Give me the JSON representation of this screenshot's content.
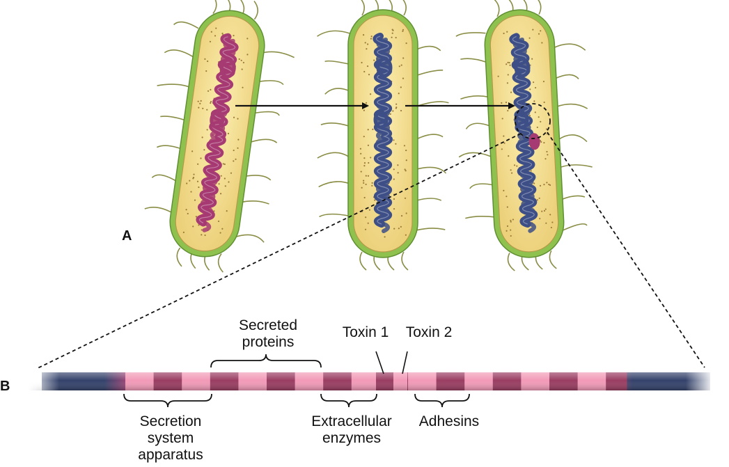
{
  "panels": {
    "a": "A",
    "b": "B"
  },
  "labels": {
    "secreted_proteins": [
      "Secreted",
      "proteins"
    ],
    "toxin1": "Toxin 1",
    "toxin2": "Toxin 2",
    "secretion_system": [
      "Secretion",
      "system",
      "apparatus"
    ],
    "extracellular_enzymes": [
      "Extracellular",
      "enzymes"
    ],
    "adhesins": "Adhesins"
  },
  "colors": {
    "cell_wall": "#8fc14f",
    "cytoplasm": "#f3dc8a",
    "donor_dna": "#a63a72",
    "host_dna": "#3d4f86",
    "island_pink": "#f29ab7",
    "island_dark": "#9a3d62",
    "strand_blue": "#34426b",
    "flagella": "#8a8d45"
  },
  "icons": [
    "donor-bacterium-icon",
    "recipient-bacterium-icon",
    "recombinant-bacterium-icon",
    "transfer-arrow-icon",
    "zoom-circle-icon"
  ]
}
